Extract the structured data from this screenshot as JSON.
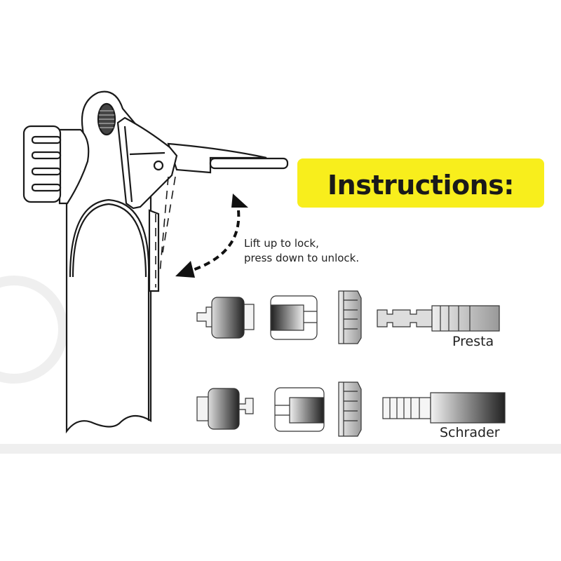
{
  "title": "Instructions:",
  "caption": {
    "line1": "Lift up to lock,",
    "line2": "press down to unlock."
  },
  "valves": {
    "presta": "Presta",
    "schrader": "Schrader"
  },
  "colors": {
    "banner": "#f8ee1c",
    "line": "#1a1a1a",
    "watermark": "#eeeeee"
  }
}
